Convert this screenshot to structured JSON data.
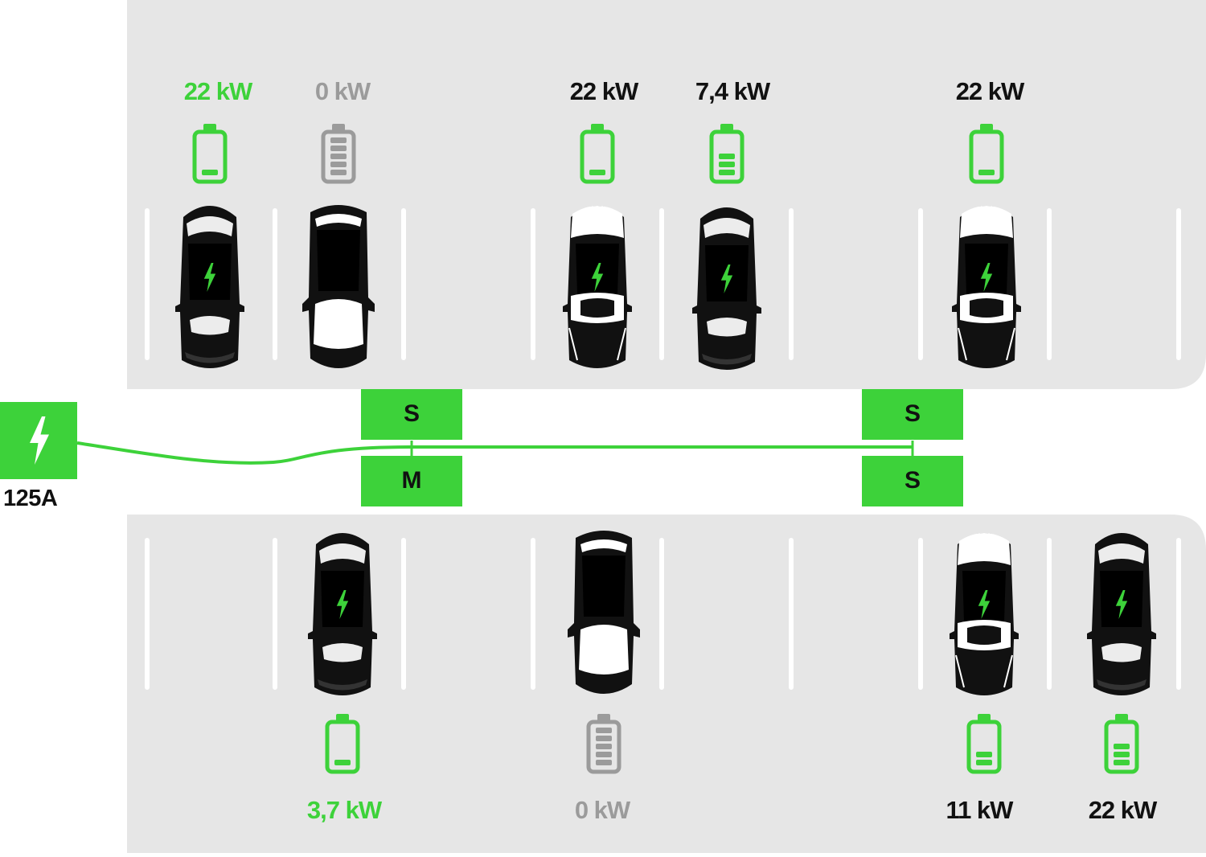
{
  "colors": {
    "accent": "#3dd23a",
    "lot": "#e6e6e6",
    "car": "#111111",
    "car_light": "#ffffff",
    "inactive": "#9b9b9b"
  },
  "source": {
    "icon": "lightning-bolt-icon",
    "label": "125A"
  },
  "controllers": [
    {
      "id": "m1",
      "label": "M"
    },
    {
      "id": "s1",
      "label": "S"
    },
    {
      "id": "s2",
      "label": "S"
    },
    {
      "id": "s3",
      "label": "S"
    }
  ],
  "top_row": [
    {
      "power": "22 kW",
      "label_color": "green",
      "battery": "low-charging",
      "car": "sedan-dark",
      "charging": true
    },
    {
      "power": "0 kW",
      "label_color": "grey",
      "battery": "full-idle",
      "car": "suv-dark",
      "charging": false
    },
    {
      "power": "22 kW",
      "label_color": "black",
      "battery": "low-charging",
      "car": "sedan-light",
      "charging": true
    },
    {
      "power": "7,4 kW",
      "label_color": "black",
      "battery": "high-charging",
      "car": "coupe-dark",
      "charging": true
    },
    {
      "power": "22 kW",
      "label_color": "black",
      "battery": "low-charging",
      "car": "sedan-light",
      "charging": true
    }
  ],
  "bottom_row": [
    {
      "power": "3,7 kW",
      "label_color": "green",
      "battery": "low-charging",
      "car": "sedan-dark",
      "charging": true
    },
    {
      "power": "0 kW",
      "label_color": "grey",
      "battery": "full-idle",
      "car": "suv-dark",
      "charging": false
    },
    {
      "power": "11 kW",
      "label_color": "black",
      "battery": "mid-charging",
      "car": "sedan-light",
      "charging": true
    },
    {
      "power": "22 kW",
      "label_color": "black",
      "battery": "high-charging",
      "car": "sedan-dark",
      "charging": true
    }
  ]
}
